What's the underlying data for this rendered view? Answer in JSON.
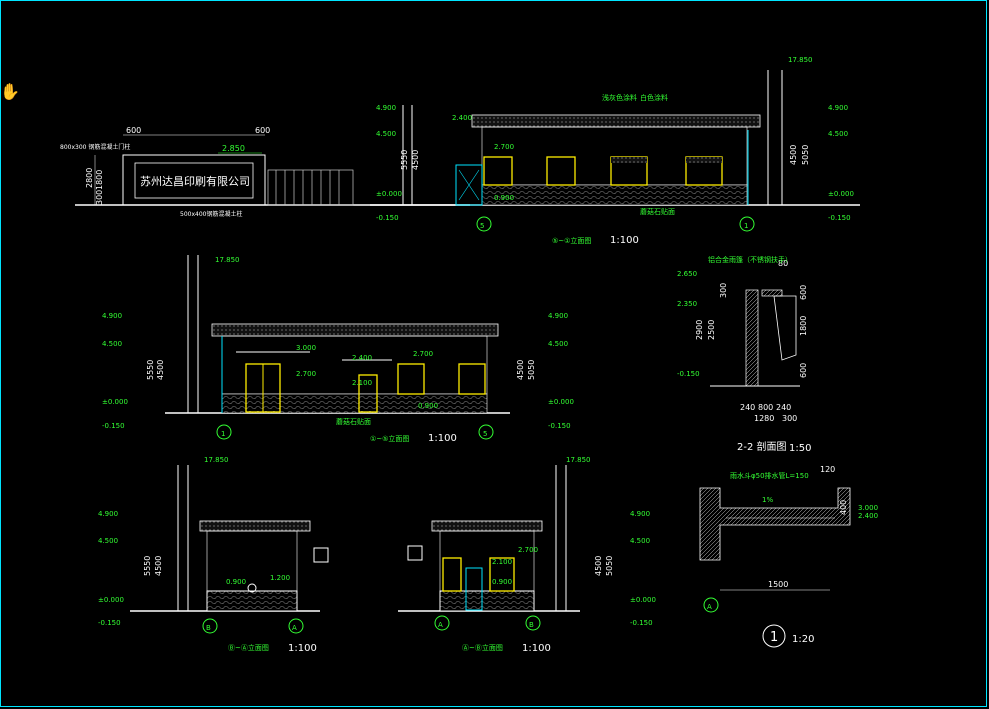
{
  "company_sign": "苏州达昌印刷有限公司",
  "drawing_labels": {
    "gate_note_top": "800x300 钢筋混凝土门柱",
    "gate_note_bottom": "500x400钢筋混凝土柱",
    "label_note": "白色涂料",
    "stone_note": "浅灰色涂料",
    "base_note": "蘑菇石贴面",
    "canopy_note": "铝合金雨篷（不锈钢扶手）",
    "drain_note": "雨水斗φ50排水管L=150"
  },
  "view_titles": {
    "elev_front": "⑤~①立面图",
    "elev_back": "①~⑤立面图",
    "elev_ba": "Ⓑ~Ⓐ立面图",
    "elev_ab": "Ⓐ~Ⓑ立面图",
    "section_22": "2-2 剖面图",
    "detail_1": "1"
  },
  "scales": {
    "s100": "1:100",
    "s50": "1:50",
    "s20": "1:20"
  },
  "dims": {
    "d600a": "600",
    "d600b": "600",
    "d2850": "2.850",
    "d2800": "2800",
    "d1800": "1800",
    "d300a": "300",
    "d4900": "4.900",
    "d4500": "4.500",
    "d0000": "±0.000",
    "dm150": "-0.150",
    "d17850": "17.850",
    "d2400": "2.400",
    "d2700": "2.700",
    "d0900": "0.900",
    "d5550": "5550",
    "d4500v": "4500",
    "d5050": "5050",
    "d400": "400",
    "d150": "150",
    "d3000": "3.000",
    "d2100": "2.100",
    "d1200": "1.200",
    "d2650": "2.650",
    "d2350": "2.350",
    "d80": "80",
    "d2500": "2500",
    "d2900": "2900",
    "d600": "600",
    "d1800s": "1800",
    "d240a": "240",
    "d800": "800",
    "d240b": "240",
    "d1280": "1280",
    "d300": "300",
    "d120": "120",
    "d3000b": "3.000",
    "d2400b": "2.400",
    "d1500": "1500",
    "d1pct": "1%"
  },
  "axes": {
    "a5": "5",
    "a1": "1",
    "aB": "B",
    "aA": "A"
  }
}
